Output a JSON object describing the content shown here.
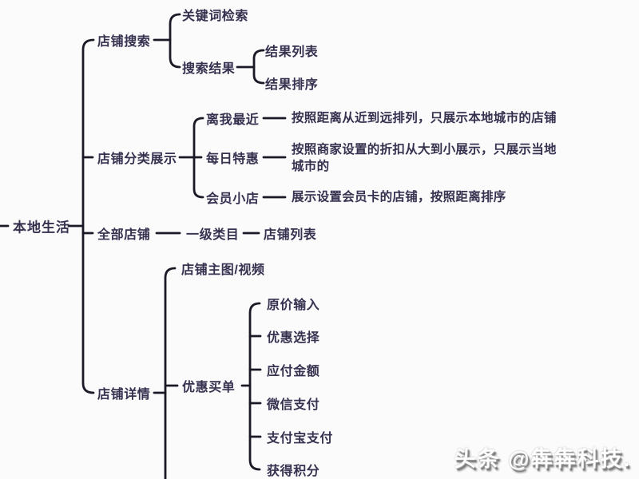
{
  "colors": {
    "background": "#fbfbfc",
    "line": "#1a1926",
    "text": "#35314f",
    "watermark_text": "#ffffff",
    "watermark_shadow": "#7c7c7c"
  },
  "watermark": {
    "text": "头条 @犇犇科技."
  },
  "mindmap": {
    "nodes": {
      "root": "本地生活",
      "shop_search": "店铺搜索",
      "keyword_search": "关键词检索",
      "search_results": "搜索结果",
      "result_list": "结果列表",
      "result_sort": "结果排序",
      "shop_category_display": "店铺分类展示",
      "nearest_to_me": "离我最近",
      "nearest_desc": "按照距离从近到远排列，只展示本地城市的店铺",
      "daily_special": "每日特惠",
      "daily_special_desc": "按照商家设置的折扣从大到小展示，只展示当地\n城市的",
      "member_shop": "会员小店",
      "member_shop_desc": "展示设置会员卡的店铺，按照距离排序",
      "all_shops": "全部店铺",
      "first_level_category": "一级类目",
      "shop_list": "店铺列表",
      "shop_detail": "店铺详情",
      "shop_main_media": "店铺主图/视频",
      "discount_pay": "优惠买单",
      "original_price_input": "原价输入",
      "discount_select": "优惠选择",
      "payable_amount": "应付金额",
      "wechat_pay": "微信支付",
      "alipay_pay": "支付宝支付",
      "earn_points": "获得积分"
    }
  }
}
